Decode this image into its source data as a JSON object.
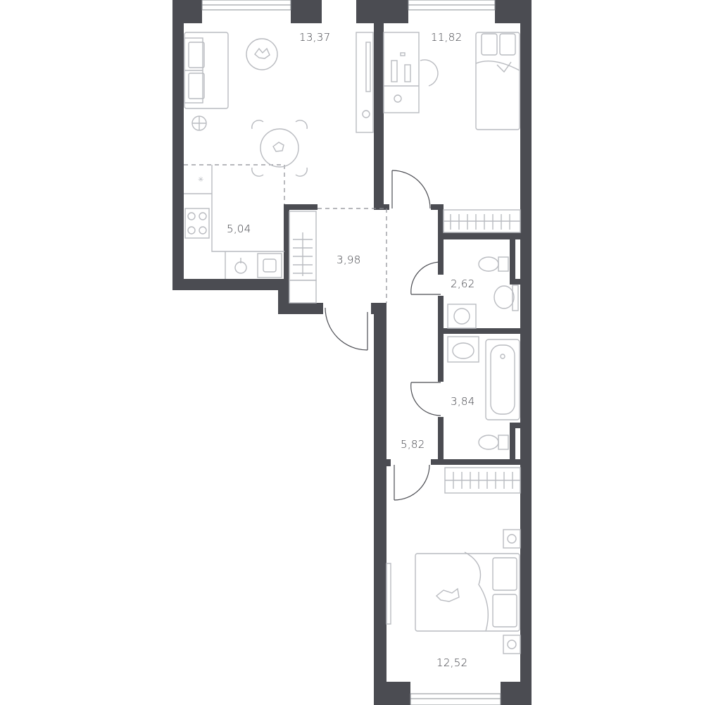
{
  "rooms": {
    "living": "13,37",
    "bedroom_top": "11,82",
    "kitchen": "5,04",
    "hall_entry": "3,98",
    "bathroom_small": "2,62",
    "bathroom_large": "3,84",
    "corridor": "5,82",
    "bedroom_bottom": "12,52"
  },
  "colors": {
    "wall": "#4b4c52",
    "furniture_line": "#b9bbc0",
    "background": "#ffffff"
  }
}
